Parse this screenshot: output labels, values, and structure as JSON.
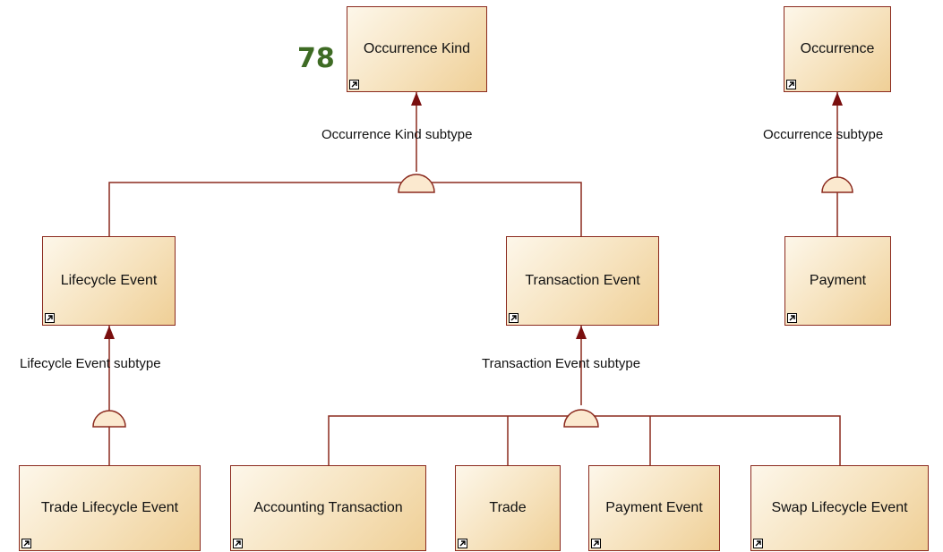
{
  "badge": "78",
  "entities": {
    "occurrence_kind": "Occurrence Kind",
    "occurrence": "Occurrence",
    "lifecycle_event": "Lifecycle Event",
    "transaction_event": "Transaction Event",
    "payment": "Payment",
    "trade_lifecycle_event": "Trade Lifecycle Event",
    "accounting_transaction": "Accounting Transaction",
    "trade": "Trade",
    "payment_event": "Payment Event",
    "swap_lifecycle_event": "Swap Lifecycle Event"
  },
  "relationships": {
    "occurrence_kind_subtype": "Occurrence Kind subtype",
    "occurrence_subtype": "Occurrence subtype",
    "lifecycle_event_subtype": "Lifecycle Event subtype",
    "transaction_event_subtype": "Transaction Event subtype"
  },
  "colors": {
    "line": "#8b2a1e",
    "arrow": "#7a0f0f",
    "badge": "#3e6b24",
    "fill_light": "#fdf7ea",
    "fill_dark": "#efcf96"
  },
  "icons": {
    "shortcut": "shortcut-arrow-icon"
  }
}
